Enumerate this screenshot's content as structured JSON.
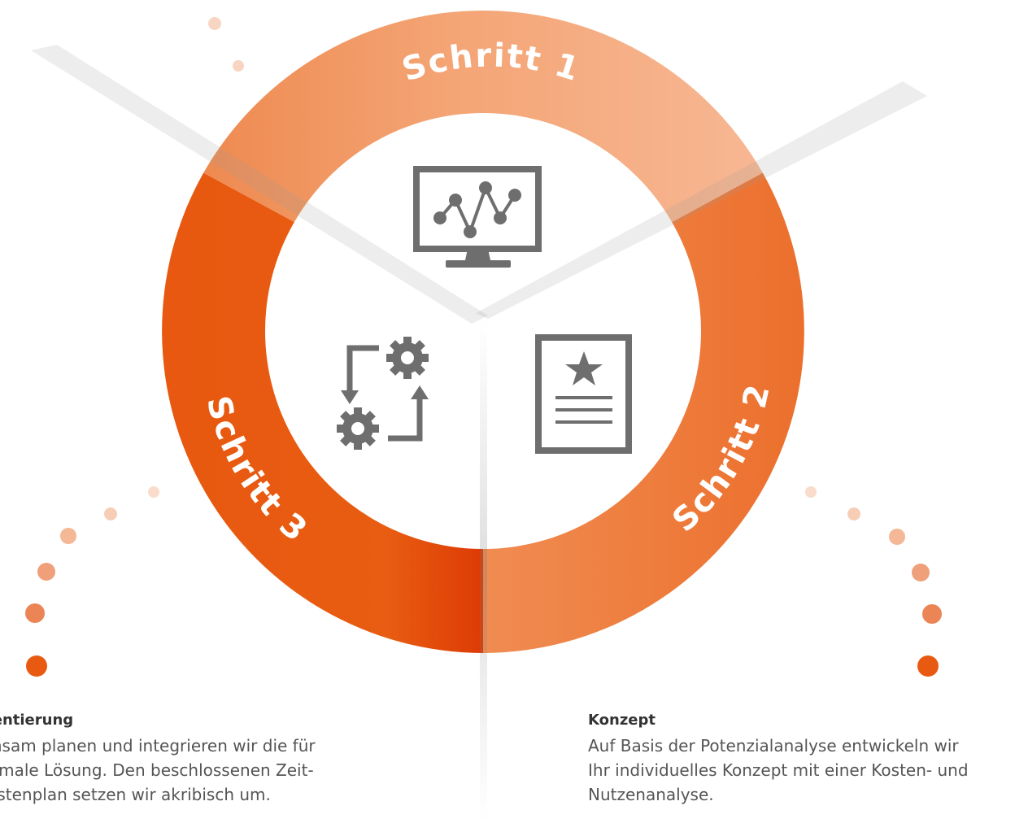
{
  "steps": [
    {
      "label": "Schritt 1",
      "icon": "monitor-line-chart-icon"
    },
    {
      "label": "Schritt 2",
      "icon": "document-star-icon"
    },
    {
      "label": "Schritt 3",
      "icon": "gears-cycle-icon"
    }
  ],
  "descriptions": {
    "left": {
      "title": "mentierung",
      "lines": [
        "einsam planen und integrieren wir die für",
        "ptimale Lösung. Den beschlossenen Zeit-",
        "Kostenplan setzen wir akribisch um."
      ]
    },
    "right": {
      "title": "Konzept",
      "lines": [
        "Auf Basis der Potenzialanalyse entwickeln wir",
        "Ihr individuelles Konzept mit einer Kosten- und",
        "Nutzenanalyse."
      ]
    }
  },
  "colors": {
    "step1_start": "#F0955E",
    "step1_end": "#F6B38C",
    "step2": "#EF7A3A",
    "step3": "#E85A12",
    "icon": "#6E6E6E",
    "dot_dark": "#E85A12",
    "dot_light": "#F8D5C2"
  }
}
